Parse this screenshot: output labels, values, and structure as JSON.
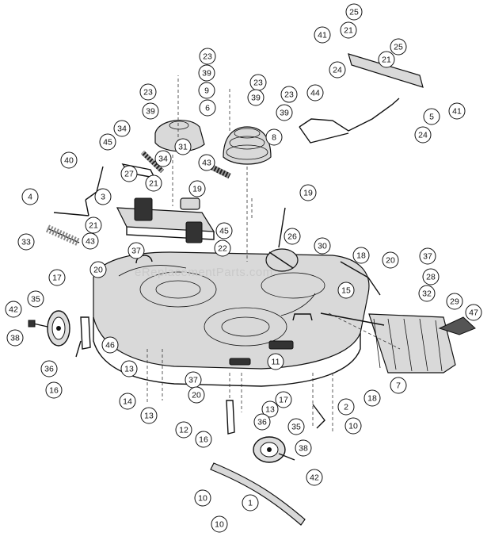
{
  "watermark": "eReplacementParts.com",
  "callouts": [
    {
      "id": "c25a",
      "label": "25"
    },
    {
      "id": "c41a",
      "label": "41"
    },
    {
      "id": "c21a",
      "label": "21"
    },
    {
      "id": "c25b",
      "label": "25"
    },
    {
      "id": "c21b",
      "label": "21"
    },
    {
      "id": "c24a",
      "label": "24"
    },
    {
      "id": "c44",
      "label": "44"
    },
    {
      "id": "c41b",
      "label": "41"
    },
    {
      "id": "c5",
      "label": "5"
    },
    {
      "id": "c24b",
      "label": "24"
    },
    {
      "id": "c23a",
      "label": "23"
    },
    {
      "id": "c39a",
      "label": "39"
    },
    {
      "id": "c9",
      "label": "9"
    },
    {
      "id": "c6",
      "label": "6"
    },
    {
      "id": "c23b",
      "label": "23"
    },
    {
      "id": "c39b",
      "label": "39"
    },
    {
      "id": "c23c",
      "label": "23"
    },
    {
      "id": "c39c",
      "label": "39"
    },
    {
      "id": "c23d",
      "label": "23"
    },
    {
      "id": "c39d",
      "label": "39"
    },
    {
      "id": "c8",
      "label": "8"
    },
    {
      "id": "c34a",
      "label": "34"
    },
    {
      "id": "c45a",
      "label": "45"
    },
    {
      "id": "c31",
      "label": "31"
    },
    {
      "id": "c34b",
      "label": "34"
    },
    {
      "id": "c43a",
      "label": "43"
    },
    {
      "id": "c40",
      "label": "40"
    },
    {
      "id": "c27",
      "label": "27"
    },
    {
      "id": "c21c",
      "label": "21"
    },
    {
      "id": "c19a",
      "label": "19"
    },
    {
      "id": "c19b",
      "label": "19"
    },
    {
      "id": "c4",
      "label": "4"
    },
    {
      "id": "c3",
      "label": "3"
    },
    {
      "id": "c21d",
      "label": "21"
    },
    {
      "id": "c33",
      "label": "33"
    },
    {
      "id": "c43b",
      "label": "43"
    },
    {
      "id": "c45b",
      "label": "45"
    },
    {
      "id": "c26",
      "label": "26"
    },
    {
      "id": "c30",
      "label": "30"
    },
    {
      "id": "c37a",
      "label": "37"
    },
    {
      "id": "c22",
      "label": "22"
    },
    {
      "id": "c20a",
      "label": "20"
    },
    {
      "id": "c18a",
      "label": "18"
    },
    {
      "id": "c20b",
      "label": "20"
    },
    {
      "id": "c37b",
      "label": "37"
    },
    {
      "id": "c17a",
      "label": "17"
    },
    {
      "id": "c15",
      "label": "15"
    },
    {
      "id": "c28",
      "label": "28"
    },
    {
      "id": "c32",
      "label": "32"
    },
    {
      "id": "c29",
      "label": "29"
    },
    {
      "id": "c47",
      "label": "47"
    },
    {
      "id": "c42a",
      "label": "42"
    },
    {
      "id": "c35a",
      "label": "35"
    },
    {
      "id": "c38a",
      "label": "38"
    },
    {
      "id": "c46",
      "label": "46"
    },
    {
      "id": "c36",
      "label": "36"
    },
    {
      "id": "c16a",
      "label": "16"
    },
    {
      "id": "c11",
      "label": "11"
    },
    {
      "id": "c7",
      "label": "7"
    },
    {
      "id": "c18b",
      "label": "18"
    },
    {
      "id": "c13a",
      "label": "13"
    },
    {
      "id": "c37c",
      "label": "37"
    },
    {
      "id": "c14",
      "label": "14"
    },
    {
      "id": "c20c",
      "label": "20"
    },
    {
      "id": "c17b",
      "label": "17"
    },
    {
      "id": "c13b",
      "label": "13"
    },
    {
      "id": "c2",
      "label": "2"
    },
    {
      "id": "c13c",
      "label": "13"
    },
    {
      "id": "c12",
      "label": "12"
    },
    {
      "id": "c10a",
      "label": "10"
    },
    {
      "id": "c16b",
      "label": "16"
    },
    {
      "id": "c36b",
      "label": "36"
    },
    {
      "id": "c35b",
      "label": "35"
    },
    {
      "id": "c38b",
      "label": "38"
    },
    {
      "id": "c42b",
      "label": "42"
    },
    {
      "id": "c10b",
      "label": "10"
    },
    {
      "id": "c1",
      "label": "1"
    },
    {
      "id": "c10c",
      "label": "10"
    }
  ]
}
